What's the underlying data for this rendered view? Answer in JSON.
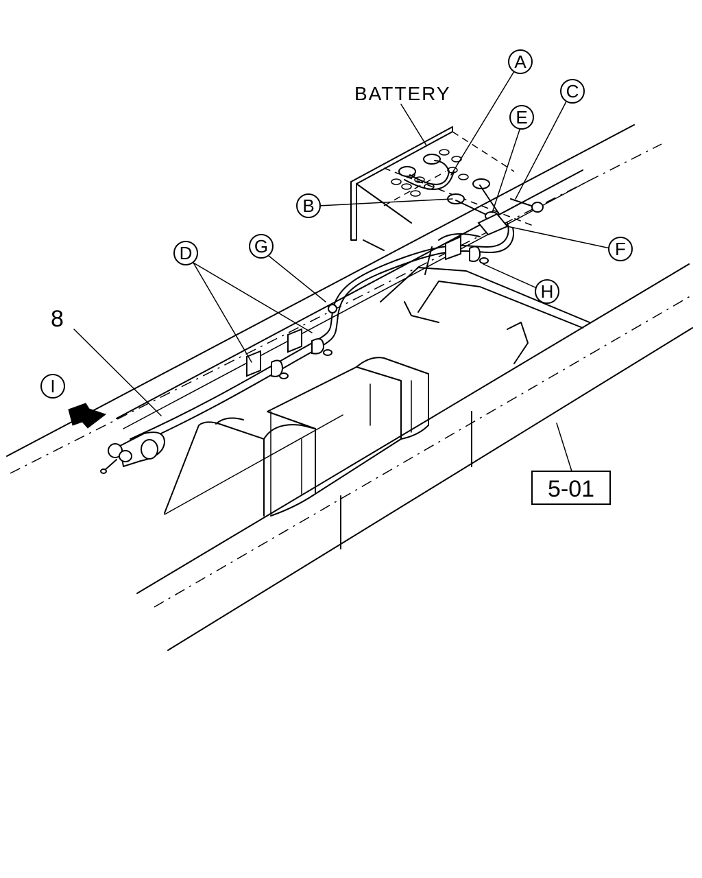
{
  "labels": {
    "battery": "BATTERY",
    "part_number": "8",
    "ref_box": "5-01"
  },
  "callouts": [
    {
      "id": "A",
      "letter": "A"
    },
    {
      "id": "B",
      "letter": "B"
    },
    {
      "id": "C",
      "letter": "C"
    },
    {
      "id": "D",
      "letter": "D"
    },
    {
      "id": "E",
      "letter": "E"
    },
    {
      "id": "F",
      "letter": "F"
    },
    {
      "id": "G",
      "letter": "G"
    },
    {
      "id": "H",
      "letter": "H"
    },
    {
      "id": "I",
      "letter": "I"
    }
  ],
  "colors": {
    "ink": "#000000",
    "paper": "#ffffff"
  }
}
